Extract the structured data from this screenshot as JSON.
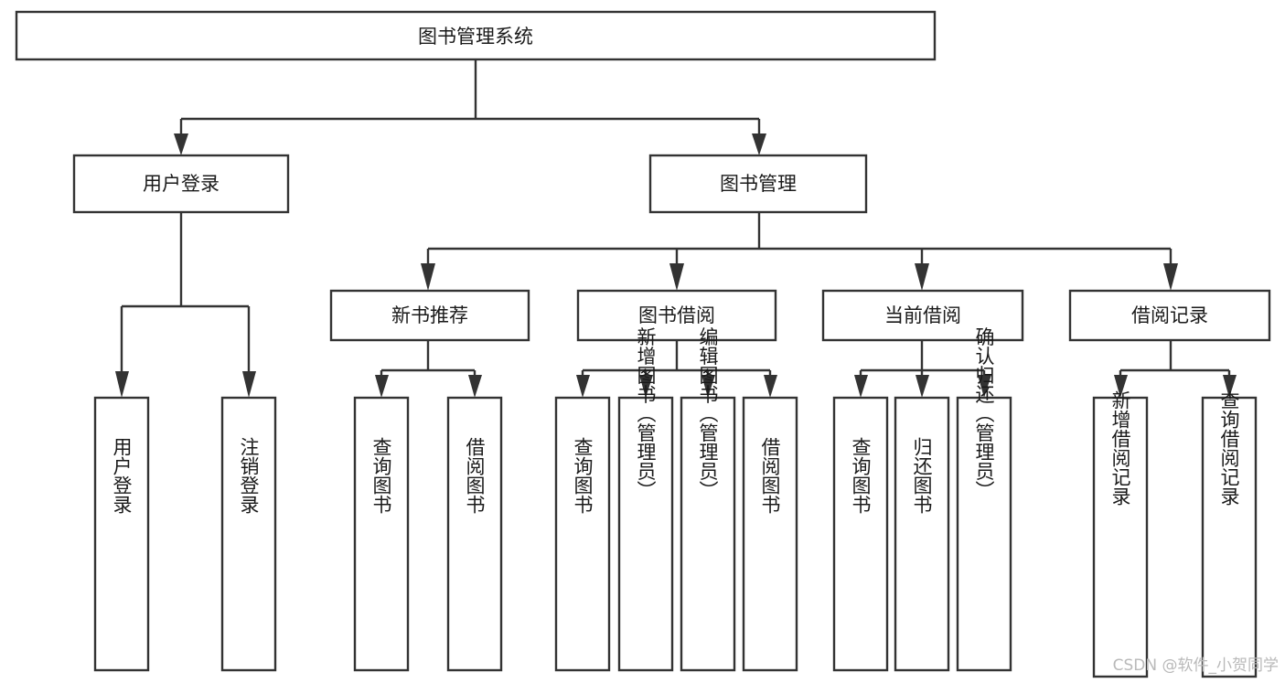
{
  "diagram": {
    "title": "图书管理系统",
    "type": "tree-hierarchy",
    "orientation": "top-down",
    "colors": {
      "background": "#ffffff",
      "stroke": "#333333",
      "node_fill": "#ffffff",
      "text": "#1a1a1a",
      "watermark": "#b9b9b9"
    },
    "root": {
      "label": "图书管理系统"
    },
    "level2": [
      {
        "label": "用户登录"
      },
      {
        "label": "图书管理"
      }
    ],
    "level3": [
      {
        "label": "新书推荐"
      },
      {
        "label": "图书借阅"
      },
      {
        "label": "当前借阅"
      },
      {
        "label": "借阅记录"
      }
    ],
    "leaves_user_login": [
      {
        "label": "用户登录"
      },
      {
        "label": "注销登录"
      }
    ],
    "leaves_new_book": [
      {
        "label": "查询图书"
      },
      {
        "label": "借阅图书"
      }
    ],
    "leaves_borrow": [
      {
        "label": "查询图书"
      },
      {
        "label": "新增图书（管理员）"
      },
      {
        "label": "编辑图书（管理员）"
      },
      {
        "label": "借阅图书"
      }
    ],
    "leaves_current": [
      {
        "label": "查询图书"
      },
      {
        "label": "归还图书"
      },
      {
        "label": "确认归还（管理员）"
      }
    ],
    "leaves_records": [
      {
        "label": "新增借阅记录"
      },
      {
        "label": "查询借阅记录"
      }
    ]
  },
  "watermark": {
    "text": "CSDN @软件_小贺同学"
  }
}
